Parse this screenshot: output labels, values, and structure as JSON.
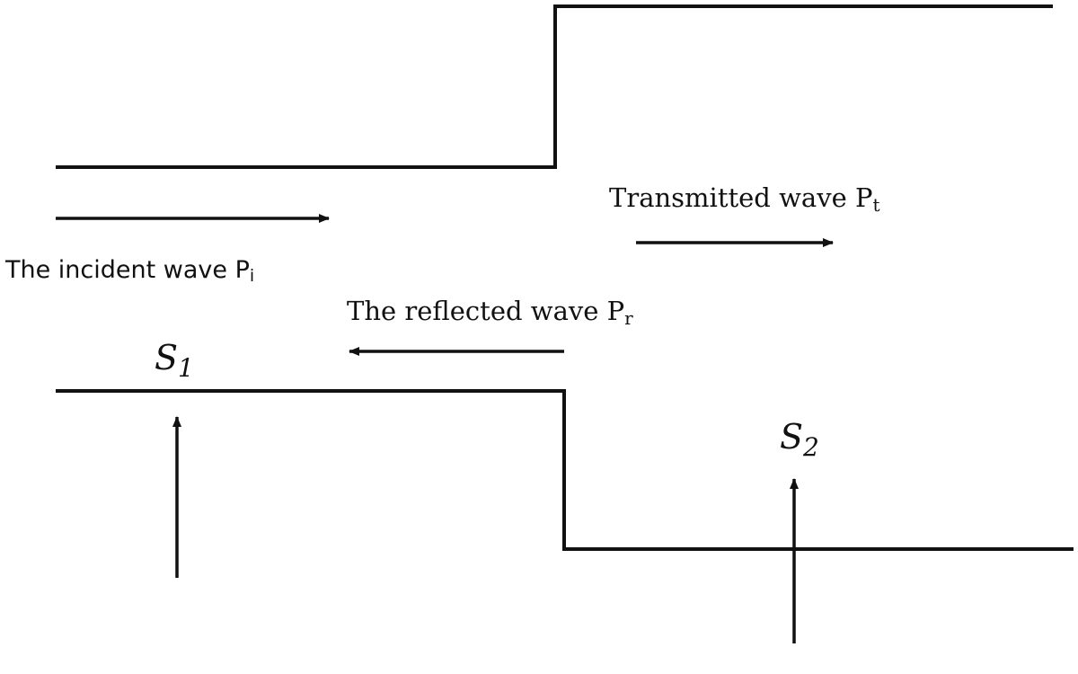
{
  "labels": {
    "incident": {
      "text": "The incident wave P",
      "sub": "i"
    },
    "transmitted": {
      "text": "Transmitted wave P",
      "sub": "t"
    },
    "reflected": {
      "text": "The reflected wave P",
      "sub": "r"
    },
    "s1": {
      "text": "S",
      "sub": "1"
    },
    "s2": {
      "text": "S",
      "sub": "2"
    }
  },
  "colors": {
    "line": "#111111",
    "background": "#ffffff"
  }
}
